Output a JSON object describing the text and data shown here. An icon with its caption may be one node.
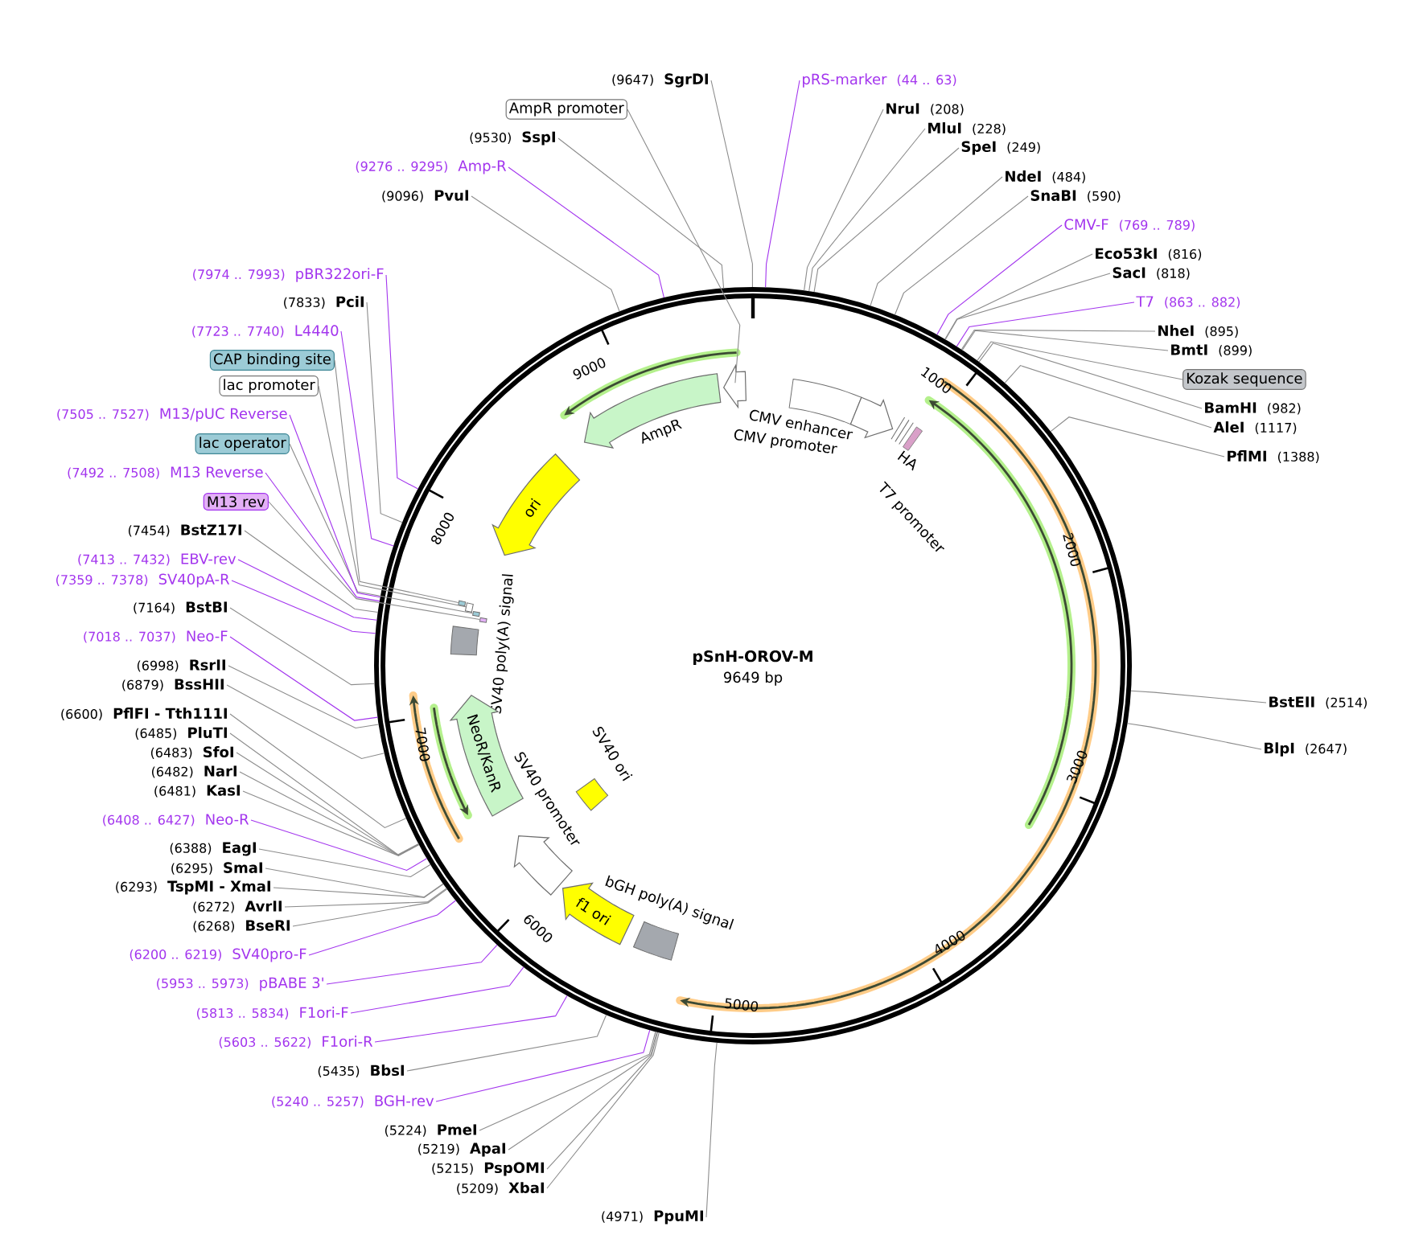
{
  "diagram": {
    "title": "pSnH-OROV-M",
    "nodes": [
      {
        "text": [],
        "shape": "circle"
      },
      {
        "text": [
          "(9647)",
          "SgrDI"
        ]
      },
      {
        "text": [
          "pRS-marker",
          "(44 .. 63)"
        ]
      },
      {
        "text": [
          "NruI",
          "(208)"
        ]
      },
      {
        "text": [
          "MluI",
          "(228)"
        ]
      },
      {
        "text": [
          "SpeI",
          "(249)"
        ]
      },
      {
        "text": [
          "NdeI",
          "(484)"
        ]
      },
      {
        "text": [
          "SnaBI",
          "(590)"
        ]
      },
      {
        "text": [
          "CMV-F",
          "(769 .. 789)"
        ]
      },
      {
        "text": [
          "Eco53kI",
          "(816)"
        ]
      },
      {
        "text": [
          "SacI",
          "(818)"
        ]
      },
      {
        "text": [
          "T7",
          "(863 .. 882)"
        ]
      },
      {
        "text": [
          "NheI",
          "(895)"
        ]
      },
      {
        "text": [
          "BmtI",
          "(899)"
        ]
      },
      {
        "text": [
          "Kozak sequence"
        ]
      },
      {
        "text": [
          "BamHI",
          "(982)"
        ]
      },
      {
        "text": [
          "AleI",
          "(1117)"
        ]
      },
      {
        "text": [
          "PflMI",
          "(1388)"
        ]
      },
      {
        "text": [
          "BstEII",
          "(2514)"
        ]
      },
      {
        "text": [
          "BlpI",
          "(2647)"
        ]
      },
      {
        "text": [
          "(4971)",
          "PpuMI"
        ]
      },
      {
        "text": [
          "(5209)",
          "XbaI"
        ]
      },
      {
        "text": [
          "(5215)",
          "PspOMI"
        ]
      },
      {
        "text": [
          "(5219)",
          "ApaI"
        ]
      },
      {
        "text": [
          "(5224)",
          "PmeI"
        ]
      },
      {
        "text": [
          "(5240 .. 5257)",
          "BGH-rev"
        ]
      },
      {
        "text": [
          "(5435)",
          "BbsI"
        ]
      },
      {
        "text": [
          "(5603 .. 5622)",
          "F1ori-R"
        ]
      },
      {
        "text": [
          "(5813 .. 5834)",
          "F1ori-F"
        ]
      },
      {
        "text": [
          "(5953 .. 5973)",
          "pBABE 3'"
        ]
      },
      {
        "text": [
          "(6200 .. 6219)",
          "SV40pro-F"
        ]
      },
      {
        "text": [
          "(6268)",
          "BseRI"
        ]
      },
      {
        "text": [
          "(6272)",
          "AvrII"
        ]
      },
      {
        "text": [
          "(6293)",
          "TspMI - XmaI"
        ]
      },
      {
        "text": [
          "(6295)",
          "SmaI"
        ]
      },
      {
        "text": [
          "(6388)",
          "EagI"
        ]
      },
      {
        "text": [
          "(6408 .. 6427)",
          "Neo-R"
        ]
      },
      {
        "text": [
          "(6481)",
          "KasI"
        ]
      },
      {
        "text": [
          "(6482)",
          "NarI"
        ]
      },
      {
        "text": [
          "(6483)",
          "SfoI"
        ]
      },
      {
        "text": [
          "(6485)",
          "PluTI"
        ]
      },
      {
        "text": [
          "(6600)",
          "PflFI - Tth111I"
        ]
      },
      {
        "text": [
          "(6879)",
          "BssHII"
        ]
      },
      {
        "text": [
          "(6998)",
          "RsrII"
        ]
      },
      {
        "text": [
          "(7018 .. 7037)",
          "Neo-F"
        ]
      },
      {
        "text": [
          "(7164)",
          "BstBI"
        ]
      },
      {
        "text": [
          "(7359 .. 7378)",
          "SV40pA-R"
        ]
      },
      {
        "text": [
          "(7413 .. 7432)",
          "EBV-rev"
        ]
      },
      {
        "text": [
          "(7454)",
          "BstZ17I"
        ]
      },
      {
        "text": [
          "M13 rev"
        ]
      },
      {
        "text": [
          "(7492 .. 7508)",
          "M13 Reverse"
        ]
      },
      {
        "text": [
          "lac operator"
        ]
      },
      {
        "text": [
          "(7505 .. 7527)",
          "M13/pUC Reverse"
        ]
      },
      {
        "text": [
          "lac promoter"
        ]
      },
      {
        "text": [
          "CAP binding site"
        ]
      },
      {
        "text": [
          "(7723 .. 7740)",
          "L4440"
        ]
      },
      {
        "text": [
          "(7833)",
          "PciI"
        ]
      },
      {
        "text": [
          "(7974 .. 7993)",
          "pBR322ori-F"
        ]
      },
      {
        "text": [
          "(9096)",
          "PvuI"
        ]
      },
      {
        "text": [
          "(9276 .. 9295)",
          "Amp-R"
        ]
      },
      {
        "text": [
          "(9530)",
          "SspI"
        ]
      },
      {
        "text": [
          "AmpR promoter"
        ]
      },
      {
        "text": [],
        "shape": "arrow",
        "in": 0
      },
      {
        "text": [
          "AmpR"
        ],
        "in": 0
      },
      {
        "text": [
          "CMV enhancer"
        ],
        "in": 0
      },
      {
        "text": [
          "CMV promoter"
        ],
        "in": 0
      },
      {
        "text": [
          "HA"
        ],
        "in": 0
      },
      {
        "text": [
          "T7 promoter"
        ],
        "in": 0
      },
      {
        "text": [
          "ori"
        ],
        "in": 0
      },
      {
        "text": [
          "SV40 poly(A) signal"
        ],
        "in": 0
      },
      {
        "text": [
          "NeoR/KanR"
        ],
        "in": 0
      },
      {
        "text": [
          "SV40 promoter"
        ],
        "in": 0
      },
      {
        "text": [
          "SV40 ori"
        ],
        "in": 0
      },
      {
        "text": [
          "f1 ori"
        ],
        "in": 0
      },
      {
        "text": [
          "bGH poly(A) signal"
        ],
        "in": 0
      },
      {
        "text": [],
        "shape": "bar",
        "in": 0
      },
      {
        "text": [],
        "shape": "bar",
        "in": 0
      },
      {
        "text": [],
        "shape": "bar",
        "in": 0
      },
      {
        "text": [],
        "shape": "bar",
        "in": 0
      }
    ],
    "edges": [
      {
        "from": 1,
        "to": 0,
        "arrow": "none"
      },
      {
        "from": 2,
        "to": 0,
        "arrow": "none",
        "color": "#a335ee"
      },
      {
        "from": 3,
        "to": 0,
        "arrow": "none"
      },
      {
        "from": 4,
        "to": 0,
        "arrow": "none"
      },
      {
        "from": 5,
        "to": 0,
        "arrow": "none"
      },
      {
        "from": 6,
        "to": 0,
        "arrow": "none"
      },
      {
        "from": 7,
        "to": 0,
        "arrow": "none"
      },
      {
        "from": 8,
        "to": 0,
        "arrow": "none",
        "color": "#a335ee"
      },
      {
        "from": 9,
        "to": 0,
        "arrow": "none"
      },
      {
        "from": 10,
        "to": 0,
        "arrow": "none"
      },
      {
        "from": 11,
        "to": 0,
        "arrow": "none",
        "color": "#a335ee"
      },
      {
        "from": 12,
        "to": 0,
        "arrow": "none"
      },
      {
        "from": 13,
        "to": 0,
        "arrow": "none"
      },
      {
        "from": 14,
        "to": 0,
        "arrow": "none"
      },
      {
        "from": 15,
        "to": 0,
        "arrow": "none"
      },
      {
        "from": 16,
        "to": 0,
        "arrow": "none"
      },
      {
        "from": 17,
        "to": 0,
        "arrow": "none"
      },
      {
        "from": 18,
        "to": 0,
        "arrow": "none"
      },
      {
        "from": 19,
        "to": 0,
        "arrow": "none"
      },
      {
        "from": 20,
        "to": 0,
        "arrow": "none"
      },
      {
        "from": 21,
        "to": 0,
        "arrow": "none"
      },
      {
        "from": 22,
        "to": 0,
        "arrow": "none"
      },
      {
        "from": 23,
        "to": 0,
        "arrow": "none"
      },
      {
        "from": 24,
        "to": 0,
        "arrow": "none"
      },
      {
        "from": 25,
        "to": 0,
        "arrow": "none",
        "color": "#a335ee"
      },
      {
        "from": 26,
        "to": 0,
        "arrow": "none"
      },
      {
        "from": 27,
        "to": 0,
        "arrow": "none",
        "color": "#a335ee"
      },
      {
        "from": 28,
        "to": 0,
        "arrow": "none",
        "color": "#a335ee"
      },
      {
        "from": 29,
        "to": 0,
        "arrow": "none",
        "color": "#a335ee"
      },
      {
        "from": 30,
        "to": 0,
        "arrow": "none",
        "color": "#a335ee"
      },
      {
        "from": 31,
        "to": 0,
        "arrow": "none"
      },
      {
        "from": 32,
        "to": 0,
        "arrow": "none"
      },
      {
        "from": 33,
        "to": 0,
        "arrow": "none"
      },
      {
        "from": 34,
        "to": 0,
        "arrow": "none"
      },
      {
        "from": 35,
        "to": 0,
        "arrow": "none"
      },
      {
        "from": 36,
        "to": 0,
        "arrow": "none",
        "color": "#a335ee"
      },
      {
        "from": 37,
        "to": 0,
        "arrow": "none"
      },
      {
        "from": 38,
        "to": 0,
        "arrow": "none"
      },
      {
        "from": 39,
        "to": 0,
        "arrow": "none"
      },
      {
        "from": 40,
        "to": 0,
        "arrow": "none"
      },
      {
        "from": 41,
        "to": 0,
        "arrow": "none"
      },
      {
        "from": 42,
        "to": 0,
        "arrow": "none"
      },
      {
        "from": 43,
        "to": 0,
        "arrow": "none"
      },
      {
        "from": 44,
        "to": 0,
        "arrow": "none",
        "color": "#a335ee"
      },
      {
        "from": 45,
        "to": 0,
        "arrow": "none"
      },
      {
        "from": 46,
        "to": 0,
        "arrow": "none",
        "color": "#a335ee"
      },
      {
        "from": 47,
        "to": 0,
        "arrow": "none",
        "color": "#a335ee"
      },
      {
        "from": 48,
        "to": 0,
        "arrow": "none"
      },
      {
        "from": 49,
        "to": 78,
        "arrow": "none"
      },
      {
        "from": 50,
        "to": 0,
        "arrow": "none",
        "color": "#a335ee"
      },
      {
        "from": 51,
        "to": 77,
        "arrow": "none"
      },
      {
        "from": 52,
        "to": 0,
        "arrow": "none",
        "color": "#a335ee"
      },
      {
        "from": 53,
        "to": 76,
        "arrow": "none"
      },
      {
        "from": 54,
        "to": 75,
        "arrow": "none"
      },
      {
        "from": 55,
        "to": 0,
        "arrow": "none",
        "color": "#a335ee"
      },
      {
        "from": 56,
        "to": 0,
        "arrow": "none"
      },
      {
        "from": 57,
        "to": 0,
        "arrow": "none",
        "color": "#a335ee"
      },
      {
        "from": 58,
        "to": 0,
        "arrow": "none"
      },
      {
        "from": 59,
        "to": 0,
        "arrow": "none",
        "color": "#a335ee"
      },
      {
        "from": 60,
        "to": 0,
        "arrow": "none"
      },
      {
        "from": 61,
        "to": 62,
        "arrow": "none"
      }
    ],
    "labels": [
      "9649 bp",
      "1000",
      "2000",
      "3000",
      "4000",
      "5000",
      "6000",
      "7000",
      "8000",
      "9000"
    ]
  }
}
